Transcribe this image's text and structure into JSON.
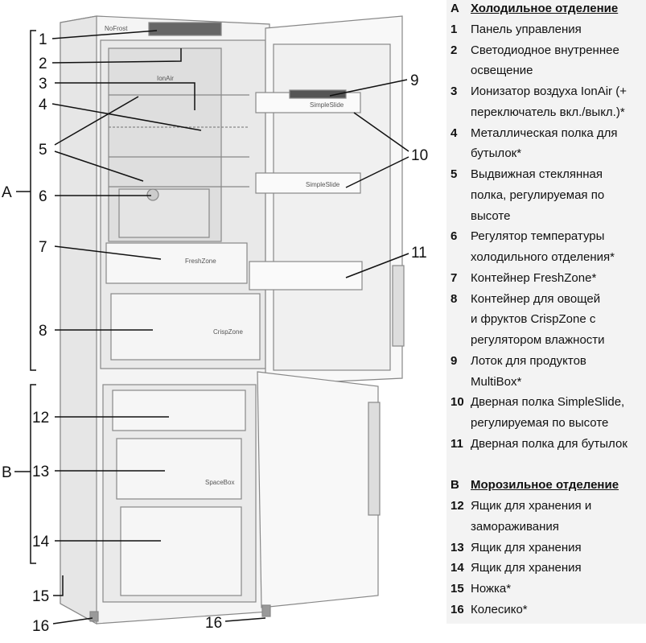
{
  "diagram": {
    "groups": {
      "A": "A",
      "B": "B"
    },
    "callouts": [
      "1",
      "2",
      "3",
      "4",
      "5",
      "6",
      "7",
      "8",
      "9",
      "10",
      "11",
      "12",
      "13",
      "14",
      "15",
      "16"
    ],
    "brand_labels": {
      "ionair": "IonAir",
      "freshzone": "FreshZone",
      "crispzone": "CrispZone",
      "simpleslide": "SimpleSlide",
      "spacebox": "SpaceBox",
      "nofrost": "NoFrost"
    }
  },
  "legend": {
    "section_a": {
      "letter": "A",
      "title": "Холодильное отделение"
    },
    "items_a": [
      {
        "num": "1",
        "lines": [
          "Панель управления"
        ]
      },
      {
        "num": "2",
        "lines": [
          "Светодиодное внутреннее",
          "освещение"
        ]
      },
      {
        "num": "3",
        "lines": [
          "Ионизатор воздуха IonAir (+",
          "переключатель вкл./выкл.)*"
        ]
      },
      {
        "num": "4",
        "lines": [
          "Металлическая полка для",
          "бутылок*"
        ]
      },
      {
        "num": "5",
        "lines": [
          "Выдвижная стеклянная",
          "полка, регулируемая по",
          "высоте"
        ]
      },
      {
        "num": "6",
        "lines": [
          "Регулятор температуры",
          "холодильного отделения*"
        ]
      },
      {
        "num": "7",
        "lines": [
          "Контейнер FreshZone*"
        ]
      },
      {
        "num": "8",
        "lines": [
          "Контейнер для овощей",
          "и фруктов CrispZone с",
          "регулятором влажности"
        ]
      },
      {
        "num": "9",
        "lines": [
          "Лоток для продуктов",
          "MultiBox*"
        ]
      },
      {
        "num": "10",
        "lines": [
          "Дверная полка SimpleSlide,",
          "регулируемая по высоте"
        ]
      },
      {
        "num": "11",
        "lines": [
          "Дверная полка для бутылок"
        ]
      }
    ],
    "section_b": {
      "letter": "B",
      "title": "Морозильное отделение"
    },
    "items_b": [
      {
        "num": "12",
        "lines": [
          "Ящик для хранения и",
          "замораживания"
        ]
      },
      {
        "num": "13",
        "lines": [
          "Ящик для хранения"
        ]
      },
      {
        "num": "14",
        "lines": [
          "Ящик для хранения"
        ]
      },
      {
        "num": "15",
        "lines": [
          "Ножка*"
        ]
      },
      {
        "num": "16",
        "lines": [
          "Колесико*"
        ]
      }
    ]
  }
}
